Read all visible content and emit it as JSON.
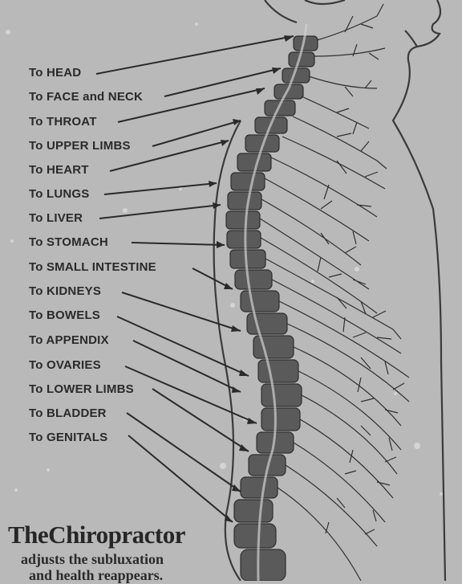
{
  "labels": [
    "To HEAD",
    "To FACE and NECK",
    "To THROAT",
    "To UPPER LIMBS",
    "To HEART",
    "To LUNGS",
    "To LIVER",
    "To STOMACH",
    "To SMALL INTESTINE",
    "To KIDNEYS",
    "To BOWELS",
    "To APPENDIX",
    "To OVARIES",
    "To LOWER LIMBS",
    "To BLADDER",
    "To GENITALS"
  ],
  "caption": {
    "title": "TheChiropractor",
    "line1": "adjusts the subluxation",
    "line2": "and health reappears."
  },
  "colors": {
    "paper": "#b9b9b9",
    "ink": "#2a2a2a",
    "vertebra": "#5a5a5a"
  }
}
